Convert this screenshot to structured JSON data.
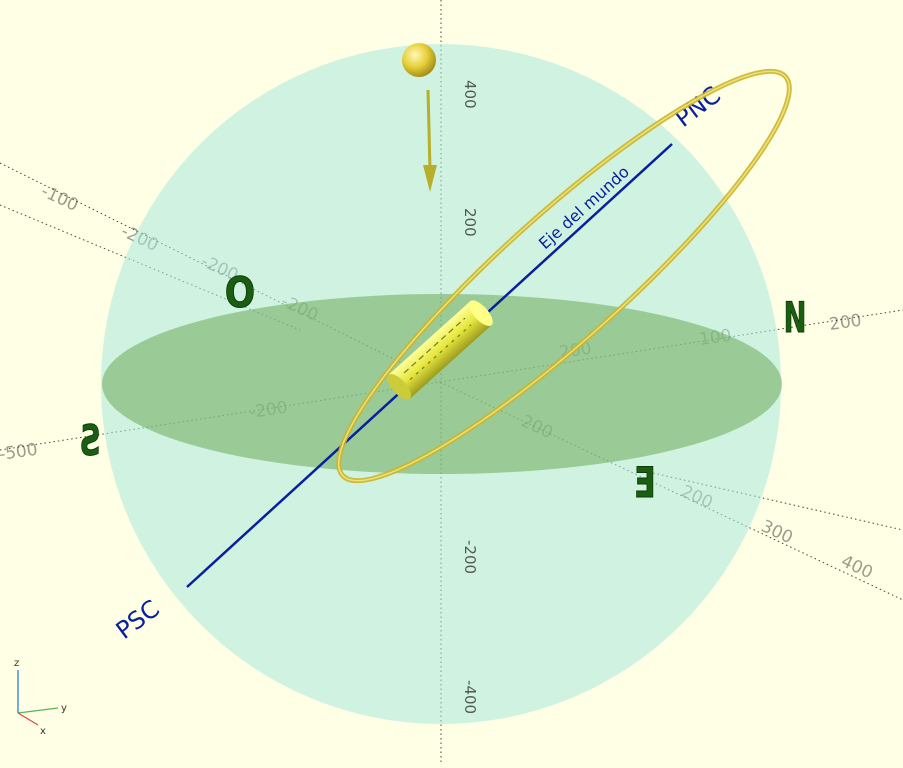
{
  "scene": {
    "sky_axis": {
      "label": "Eje del mundo",
      "north_pole_label": "PNC",
      "south_pole_label": "PSC",
      "color": "#0a1f9e"
    },
    "cardinal_points": {
      "north": "N",
      "south": "S",
      "east": "E",
      "west": "O",
      "color": "#1a5e12"
    },
    "vertical_axis_ticks": [
      "400",
      "200",
      "-200",
      "-400"
    ],
    "axis_gizmo": {
      "z": "z",
      "y": "y",
      "x": "x"
    },
    "colors": {
      "background": "#ffffe5",
      "celestial_sphere": "#a8eadc",
      "horizon_plane": "#6fa85a",
      "sun_and_orbit": "#d8c84a",
      "observer_tube": "#eeee55"
    }
  }
}
